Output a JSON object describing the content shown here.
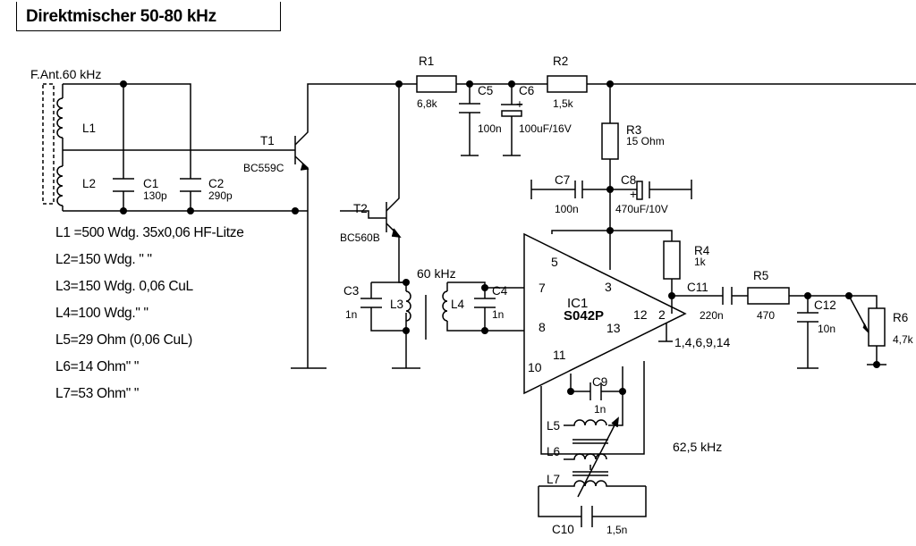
{
  "title": "Direktmischer 50-80 kHz",
  "antenna_label": "F.Ant.60 kHz",
  "freq_labels": {
    "input": "60 kHz",
    "oscillator": "62,5 kHz"
  },
  "ic": {
    "name": "IC1",
    "part": "S042P",
    "ground_pins": "1,4,6,9,14",
    "pins": {
      "p2": "2",
      "p3": "3",
      "p5": "5",
      "p7": "7",
      "p8": "8",
      "p10": "10",
      "p11": "11",
      "p12": "12",
      "p13": "13"
    }
  },
  "transistors": {
    "t1": {
      "ref": "T1",
      "type": "BC559C"
    },
    "t2": {
      "ref": "T2",
      "type": "BC560B"
    }
  },
  "coils": {
    "l1": "L1",
    "l2": "L2",
    "l3": "L3",
    "l4": "L4",
    "l5": "L5",
    "l6": "L6",
    "l7": "L7"
  },
  "resistors": {
    "r1": {
      "ref": "R1",
      "value": "6,8k"
    },
    "r2": {
      "ref": "R2",
      "value": "1,5k"
    },
    "r3": {
      "ref": "R3",
      "value": "15 Ohm"
    },
    "r4": {
      "ref": "R4",
      "value": "1k"
    },
    "r5": {
      "ref": "R5",
      "value": "470"
    },
    "r6": {
      "ref": "R6",
      "value": "4,7k"
    }
  },
  "capacitors": {
    "c1": {
      "ref": "C1",
      "value": "130p"
    },
    "c2": {
      "ref": "C2",
      "value": "290p"
    },
    "c3": {
      "ref": "C3",
      "value": "1n"
    },
    "c4": {
      "ref": "C4",
      "value": "1n"
    },
    "c5": {
      "ref": "C5",
      "value": "100n"
    },
    "c6": {
      "ref": "C6",
      "value": "100uF/16V"
    },
    "c7": {
      "ref": "C7",
      "value": "100n"
    },
    "c8": {
      "ref": "C8",
      "value": "470uF/10V"
    },
    "c9": {
      "ref": "C9",
      "value": "1n"
    },
    "c10": {
      "ref": "C10",
      "value": "1,5n"
    },
    "c11": {
      "ref": "C11",
      "value": "220n"
    },
    "c12": {
      "ref": "C12",
      "value": "10n"
    }
  },
  "polarity_mark": "+",
  "notes": [
    "L1 =500 Wdg. 35x0,06 HF-Litze",
    "L2=150 Wdg. \"  \"",
    "L3=150 Wdg. 0,06 CuL",
    "L4=100 Wdg.\" \"",
    "L5=29 Ohm (0,06 CuL)",
    "L6=14 Ohm\"  \"",
    "L7=53 Ohm\"  \""
  ]
}
